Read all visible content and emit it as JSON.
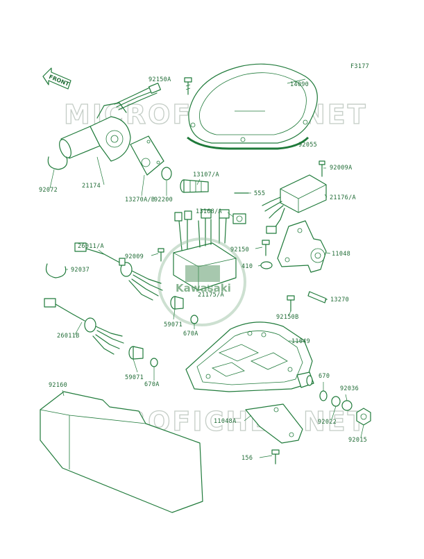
{
  "figure_code": "F3177",
  "front_label": "FRONT",
  "watermark": "MICROFICHES.NET",
  "brand_logo": "Kawasaki",
  "part_labels": [
    "92150A",
    "14090",
    "92055",
    "21174",
    "92072",
    "13270A/B",
    "92200",
    "13107/A",
    "555",
    "13168/A",
    "92009A",
    "21176/A",
    "26011/A",
    "92037",
    "92009",
    "92150",
    "11048",
    "410",
    "21175/A",
    "13270",
    "92150B",
    "26011B",
    "59071",
    "670A",
    "11049",
    "670",
    "92036",
    "92022",
    "11048A",
    "92015",
    "156",
    "92160"
  ],
  "colors": {
    "line": "#1f7a3a",
    "label": "#1f6b35",
    "watermark": "#c4cdc6"
  }
}
